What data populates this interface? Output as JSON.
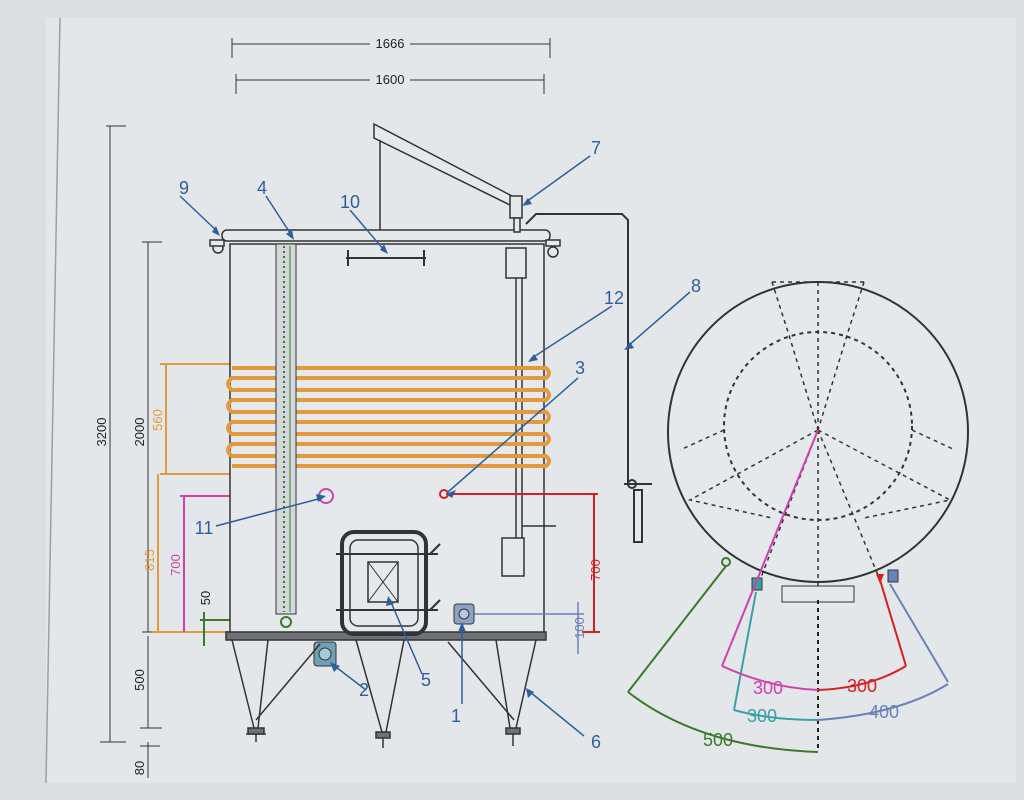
{
  "colors": {
    "paper": "#e4e7ea",
    "ink": "#222222",
    "callout_blue": "#2f5e9c",
    "coil_orange": "#e39a3e",
    "magenta": "#cc44aa",
    "red": "#d42020",
    "green": "#3a7a2a",
    "teal": "#3aa0a8",
    "steel_blue": "#6a82b8"
  },
  "dimensions": {
    "top_outer": "1666",
    "top_inner": "1600",
    "total_height": "3200",
    "body_height": "2000",
    "coil_height": "560",
    "coil_to_base": "815",
    "valve11_height": "700",
    "valve3_height": "700",
    "drain_height": "50",
    "side_outlet_height": "100",
    "legs_height": "500",
    "feet_height": "80"
  },
  "callouts": [
    "1",
    "2",
    "3",
    "4",
    "5",
    "6",
    "7",
    "8",
    "9",
    "10",
    "11",
    "12"
  ],
  "plan_dimensions": {
    "magenta": "300",
    "red": "300",
    "teal": "300",
    "steel_blue": "400",
    "green": "500"
  }
}
